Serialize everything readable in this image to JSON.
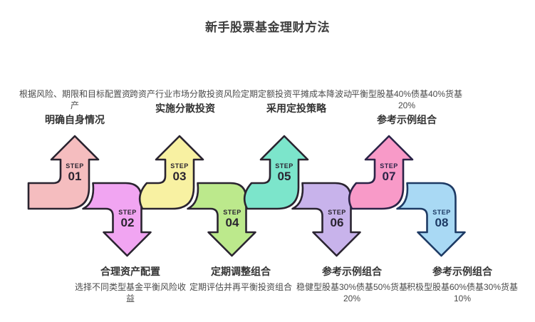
{
  "title": "新手股票基金理财方法",
  "colors": {
    "background": "#ffffff",
    "outline_dark": "#2a2430",
    "outline_navy": "#1d3a64"
  },
  "steps": [
    {
      "step_word": "STEP",
      "number": "01",
      "dir": "up",
      "fill": "#F5BDBF",
      "stroke": "#2A2430",
      "title": "明确自身情况",
      "desc": "根据风险、期限和目标配置资产"
    },
    {
      "step_word": "STEP",
      "number": "02",
      "dir": "down",
      "fill": "#F1A5F2",
      "stroke": "#2A2430",
      "title": "合理资产配置",
      "desc": "选择不同类型基金平衡风险收益"
    },
    {
      "step_word": "STEP",
      "number": "03",
      "dir": "up",
      "fill": "#F8F1A2",
      "stroke": "#2A2430",
      "title": "实施分散投资",
      "desc": "跨资产行业市场分散投资风险"
    },
    {
      "step_word": "STEP",
      "number": "04",
      "dir": "down",
      "fill": "#BCE98C",
      "stroke": "#2A2430",
      "title": "定期调整组合",
      "desc": "定期评估并再平衡投资组合"
    },
    {
      "step_word": "STEP",
      "number": "05",
      "dir": "up",
      "fill": "#7CE5CB",
      "stroke": "#2A2430",
      "title": "采用定投策略",
      "desc": "定期定额投资平摊成本降波动"
    },
    {
      "step_word": "STEP",
      "number": "06",
      "dir": "down",
      "fill": "#C8B3EB",
      "stroke": "#2A2430",
      "title": "参考示例组合",
      "desc": "稳健型股基30%债基50%货基20%"
    },
    {
      "step_word": "STEP",
      "number": "07",
      "dir": "up",
      "fill": "#F89AC8",
      "stroke": "#2B2347",
      "title": "参考示例组合",
      "desc": "平衡型股基40%债基40%货基20%"
    },
    {
      "step_word": "STEP",
      "number": "08",
      "dir": "down",
      "fill": "#A9D9F4",
      "stroke": "#1D3A64",
      "title": "参考示例组合",
      "desc": "积极型股基60%债基30%货基10%"
    }
  ]
}
